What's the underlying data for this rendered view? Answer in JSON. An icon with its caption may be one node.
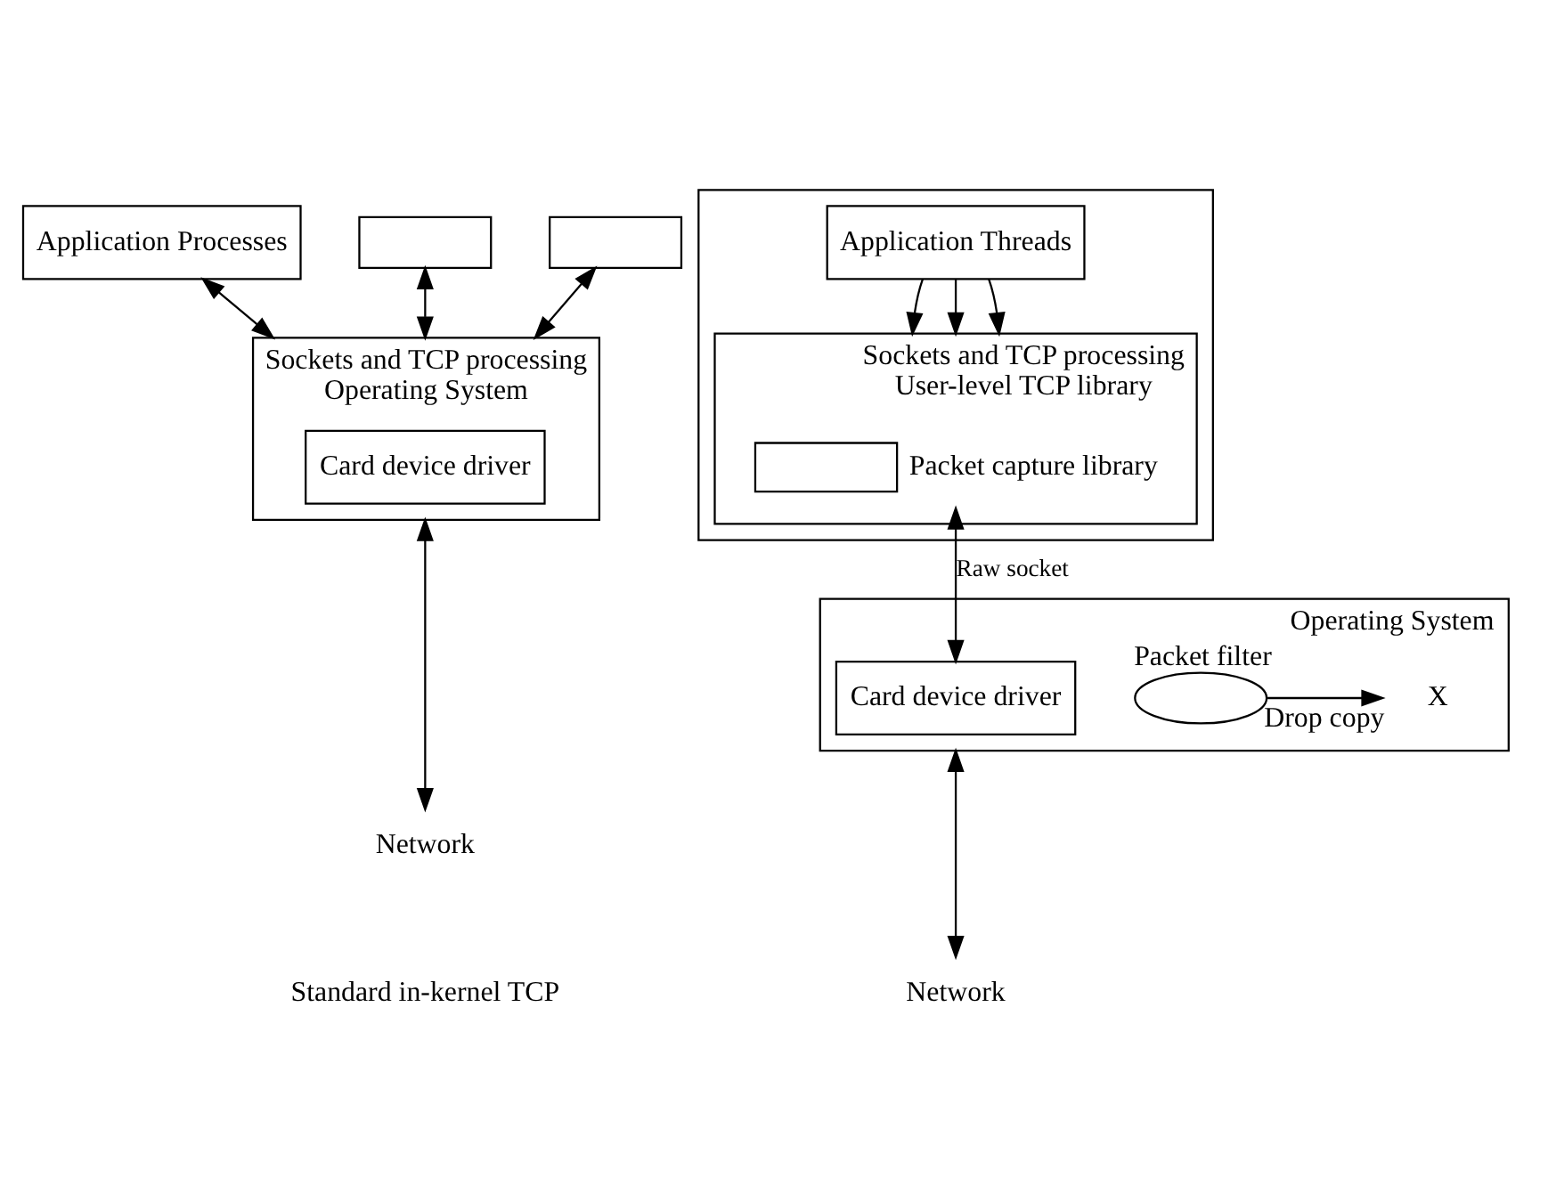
{
  "diagram": {
    "nodes": [
      {
        "text": [
          "Application Processes"
        ]
      },
      {
        "text": [],
        "shape": "box"
      },
      {
        "text": [],
        "shape": "box"
      },
      {
        "text": [
          "Sockets and TCP processing"
        ],
        "beside": [
          "Operating System"
        ]
      },
      {
        "text": [
          "Card device driver"
        ],
        "in": 3
      },
      {
        "text": [
          "Network"
        ]
      },
      {
        "text": [],
        "shape": "box"
      },
      {
        "text": [
          "Application Threads"
        ],
        "in": 6
      },
      {
        "text": [
          "Sockets and TCP processing"
        ],
        "beside": [
          "User-level TCP library"
        ],
        "in": 6
      },
      {
        "text": [],
        "shape": "box",
        "beside": [
          "Packet capture library"
        ],
        "in": 8
      },
      {
        "text": [],
        "shape": "box",
        "beside": [
          "Operating System"
        ]
      },
      {
        "text": [],
        "shape": "ellipse",
        "beside": [
          "Packet filter"
        ],
        "in": 10
      },
      {
        "text": [
          "X"
        ],
        "beside": [
          "Drop copy"
        ],
        "in": 10
      },
      {
        "text": [
          "Card device driver"
        ],
        "in": 10
      },
      {
        "text": [
          "Network"
        ]
      }
    ],
    "edges": [
      {
        "from": 0,
        "to": 3,
        "arrow": "both"
      },
      {
        "from": 1,
        "to": 3,
        "arrow": "both"
      },
      {
        "from": 2,
        "to": 3,
        "arrow": "both"
      },
      {
        "from": 3,
        "to": 5,
        "arrow": "both"
      },
      {
        "from": 7,
        "to": 8,
        "arrow": "to"
      },
      {
        "from": 7,
        "to": 8,
        "arrow": "to"
      },
      {
        "from": 7,
        "to": 8,
        "arrow": "to"
      },
      {
        "from": 9,
        "to": 13,
        "arrow": "both",
        "label": "Raw socket"
      },
      {
        "from": 11,
        "to": 12,
        "arrow": "to"
      },
      {
        "from": 10,
        "to": 14,
        "arrow": "both"
      }
    ],
    "labels": [
      "Standard in-kernel TCP"
    ]
  }
}
